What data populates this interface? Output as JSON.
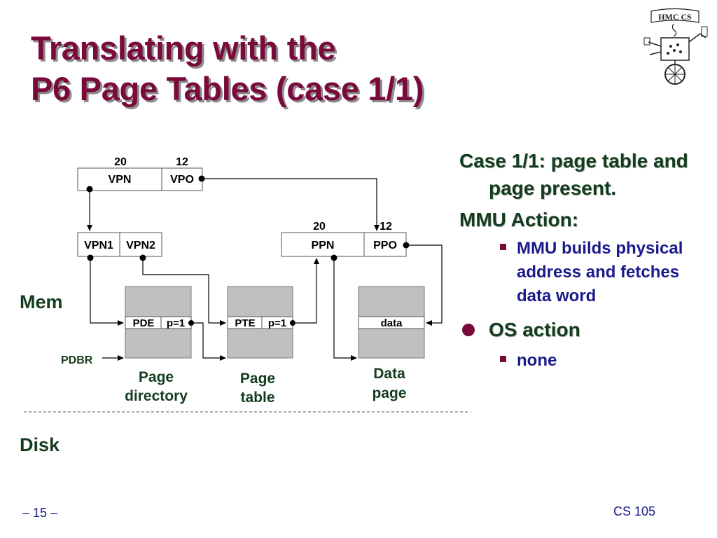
{
  "title": {
    "line1": "Translating with the",
    "line2": "P6 Page Tables (case 1/1)"
  },
  "logo": {
    "text": "HMC CS"
  },
  "diagram": {
    "virtual_address": {
      "bits_vpn": "20",
      "bits_vpo": "12",
      "vpn": "VPN",
      "vpo": "VPO"
    },
    "split_vpn": {
      "vpn1": "VPN1",
      "vpn2": "VPN2"
    },
    "physical_address": {
      "bits_ppn": "20",
      "bits_ppo": "12",
      "ppn": "PPN",
      "ppo": "PPO"
    },
    "page_directory": {
      "entry": "PDE",
      "present": "p=1",
      "caption_line1": "Page",
      "caption_line2": "directory"
    },
    "page_table": {
      "entry": "PTE",
      "present": "p=1",
      "caption_line1": "Page",
      "caption_line2": "table"
    },
    "data_page": {
      "entry": "data",
      "caption_line1": "Data",
      "caption_line2": "page"
    },
    "pdbr": "PDBR"
  },
  "mem_label": "Mem",
  "disk_label": "Disk",
  "right_panel": {
    "case_text": "Case 1/1: page table and page present.",
    "mmu_heading": "MMU Action:",
    "mmu_items": [
      "MMU builds physical address and fetches data word"
    ],
    "os_heading": "OS action",
    "os_items": [
      "none"
    ]
  },
  "footer": {
    "page": "– 15 –",
    "course": "CS 105"
  },
  "colors": {
    "title": "#7a0a3c",
    "heading": "#133d1e",
    "body": "#1a1a8c",
    "box_fill": "#c0c0c0"
  }
}
